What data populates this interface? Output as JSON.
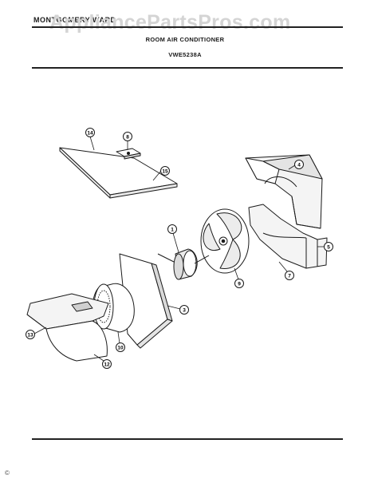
{
  "header": {
    "brand": "MONTGOMERY WARD",
    "watermark": "AppliancePartsPros.com",
    "title": "ROOM AIR CONDITIONER",
    "model": "VWE5238A"
  },
  "callouts": [
    "1",
    "3",
    "4",
    "5",
    "7",
    "8",
    "9",
    "10",
    "12",
    "13",
    "14",
    "15"
  ],
  "footer": {
    "copyright": "©"
  },
  "colors": {
    "ink": "#1a1a1a",
    "watermark": "#d4d4d4",
    "paper": "#ffffff"
  }
}
